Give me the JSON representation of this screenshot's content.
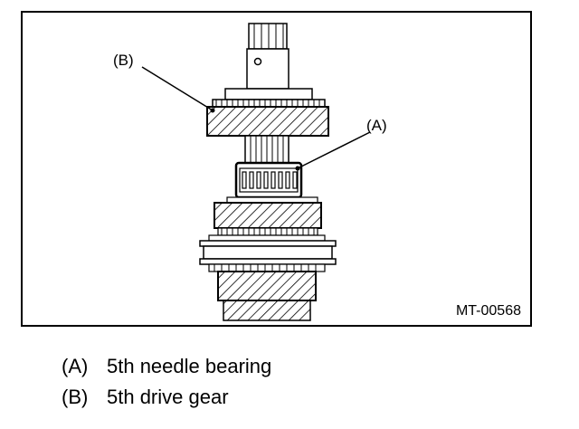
{
  "figure": {
    "code": "MT-00568",
    "callouts": {
      "a": "(A)",
      "b": "(B)"
    }
  },
  "legend": [
    {
      "key": "(A)",
      "text": "5th needle bearing"
    },
    {
      "key": "(B)",
      "text": "5th drive gear"
    }
  ]
}
